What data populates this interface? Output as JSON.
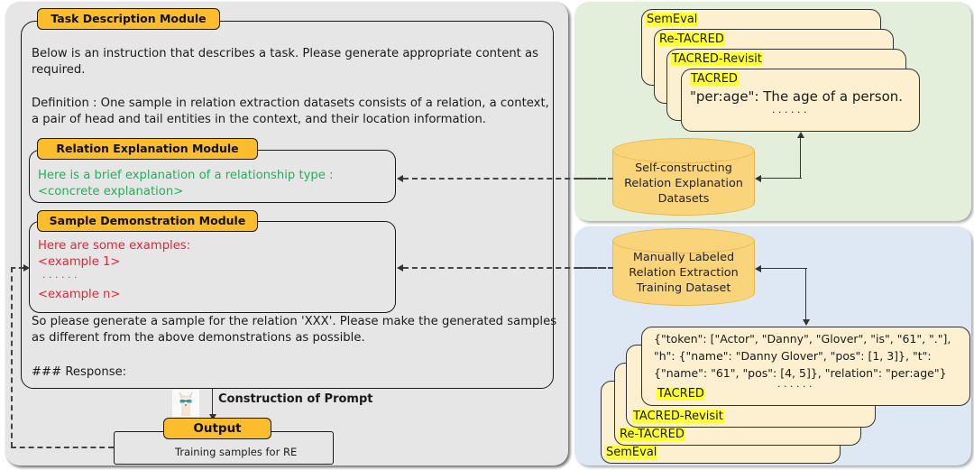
{
  "task_module": {
    "title": "Task Description Module",
    "intro_line1": "Below is an instruction that describes a task. Please generate appropriate content as",
    "intro_line2": "required.",
    "definition_line1": "Definition : One sample in relation extraction datasets consists of a relation, a context,",
    "definition_line2": "a pair of head and tail entities in the context, and their location information.",
    "closing_line1": "So please generate a sample for the relation 'XXX'. Please make the generated samples",
    "closing_line2": "as different from the above demonstrations as possible.",
    "response": "### Response:"
  },
  "relation_module": {
    "title": "Relation Explanation Module",
    "line1": "Here is a brief explanation of a relationship type :",
    "line2": "<concrete explanation>",
    "text_color": "#22b05a"
  },
  "sample_module": {
    "title": "Sample Demonstration Module",
    "line1": "Here are some examples:",
    "line2": "<example 1>",
    "ellipsis": "·   ·   ·   ·   ·   ·",
    "line3": "<example n>",
    "text_color": "#ee2233"
  },
  "construction_label": "Construction of Prompt",
  "llama_icon": "llama-with-sunglasses",
  "output": {
    "title": "Output",
    "text": "Training samples for RE"
  },
  "top_panel": {
    "background": "#e3efdb",
    "dataset_cards": [
      "SemEval",
      "Re-TACRED",
      "TACRED-Revisit",
      "TACRED"
    ],
    "explanation_example": "\"per:age\": The age of a person.",
    "ellipsis": "·   ·   ·   ·   ·   ·",
    "cylinder": [
      "Self-constructing",
      "Relation Explanation",
      "Datasets"
    ]
  },
  "bottom_panel": {
    "background": "#dde8f4",
    "cylinder": [
      "Manually Labeled",
      "Relation Extraction",
      "Training Dataset"
    ],
    "sample_line1": "{\"token\": [\"Actor\", \"Danny\", \"Glover\", \"is\", \"61\", \".\"],",
    "sample_line2": "\"h\": {\"name\": \"Danny Glover\", \"pos\": [1, 3]}, \"t\":",
    "sample_line3": "{\"name\": \"61\", \"pos\": [4, 5]}, \"relation\": \"per:age\"}",
    "ellipsis": "·   ·   ·   ·   ·   ·",
    "dataset_cards": [
      "TACRED",
      "TACRED-Revisit",
      "Re-TACRED",
      "SemEval"
    ]
  },
  "colors": {
    "module_header": "#fbbd2e",
    "card_fill": "#fdf0d0",
    "highlight": "#ffff33",
    "cylinder_fill": "#fad47a",
    "left_panel": "#e6e6e6"
  }
}
